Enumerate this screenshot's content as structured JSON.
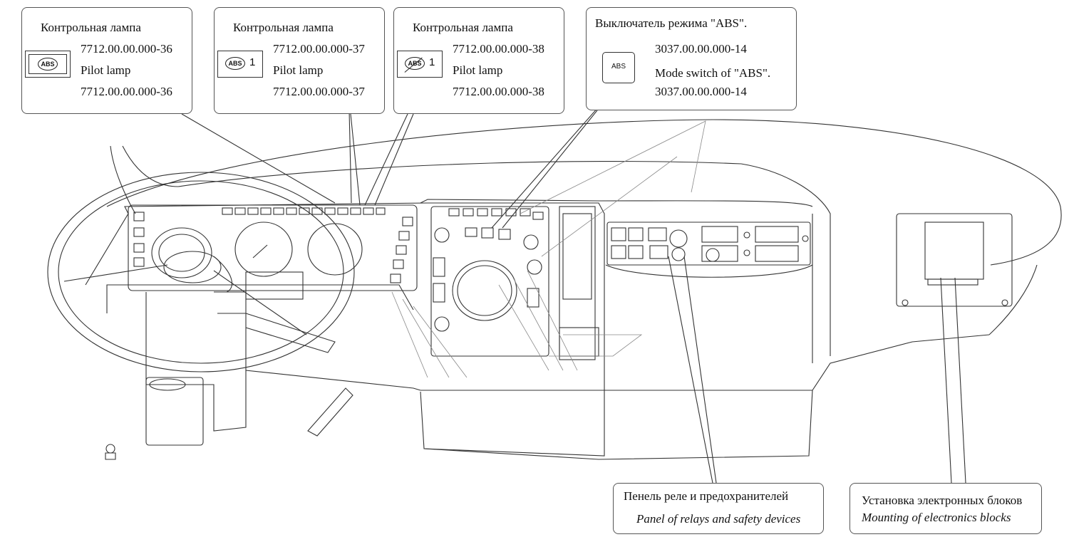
{
  "callouts": {
    "lamp36": {
      "title": "Контрольная лампа",
      "code_ru": "7712.00.00.000-36",
      "title_en": "Pilot lamp",
      "code_en": "7712.00.00.000-36",
      "icon_text": "ABS",
      "icon": "abs-lamp-icon"
    },
    "lamp37": {
      "title": "Контрольная лампа",
      "code_ru": "7712.00.00.000-37",
      "title_en": "Pilot lamp",
      "code_en": "7712.00.00.000-37",
      "icon_text": "ABS",
      "icon_suffix": "1",
      "icon": "abs-1-lamp-icon"
    },
    "lamp38": {
      "title": "Контрольная лампа",
      "code_ru": "7712.00.00.000-38",
      "title_en": "Pilot lamp",
      "code_en": "7712.00.00.000-38",
      "icon_text": "ABS",
      "icon_suffix": "1",
      "icon": "abs-1-crossed-lamp-icon"
    },
    "switch": {
      "title": "Выключатель режима  \"ABS\".",
      "code_ru": "3037.00.00.000-14",
      "title_en": "Mode switch of  \"ABS\".",
      "code_en": "3037.00.00.000-14",
      "icon_text": "ABS",
      "icon": "abs-switch-icon"
    },
    "relay_panel": {
      "title_ru": "Пенель реле и предохранителей",
      "title_en": "Panel of relays and safety devices"
    },
    "electronics": {
      "title_ru": "Установка электронных блоков",
      "title_en": "Mounting of electronics blocks"
    }
  },
  "line_color": "#333333",
  "background": "#ffffff"
}
